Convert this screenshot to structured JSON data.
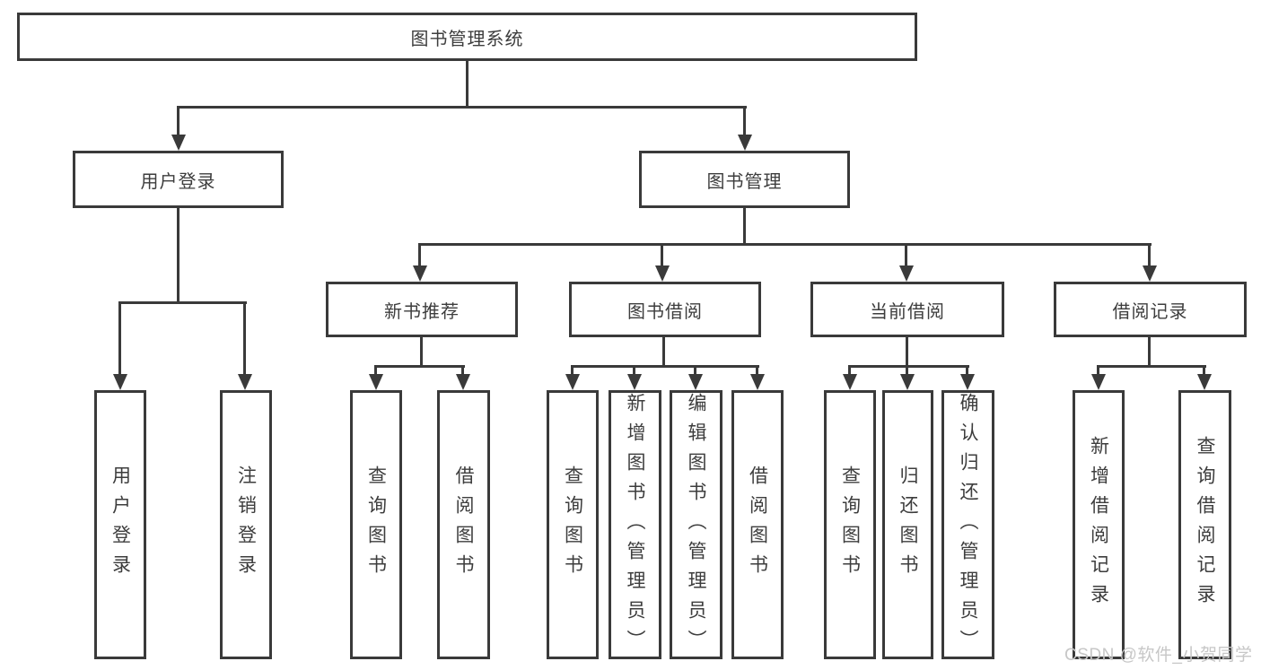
{
  "tree": {
    "root": "图书管理系统",
    "children": [
      {
        "label": "用户登录",
        "children": [
          "用户登录",
          "注销登录"
        ]
      },
      {
        "label": "图书管理",
        "children": [
          {
            "label": "新书推荐",
            "children": [
              "查询图书",
              "借阅图书"
            ]
          },
          {
            "label": "图书借阅",
            "children": [
              "查询图书",
              "新增图书（管理员）",
              "编辑图书（管理员）",
              "借阅图书"
            ]
          },
          {
            "label": "当前借阅",
            "children": [
              "查询图书",
              "归还图书",
              "确认归还（管理员）"
            ]
          },
          {
            "label": "借阅记录",
            "children": [
              "新增借阅记录",
              "查询借阅记录"
            ]
          }
        ]
      }
    ]
  },
  "watermark": {
    "text": "CSDN @软件_小贺同学"
  },
  "colors": {
    "line": "#3a3a3a",
    "text": "#3d3d3d",
    "watermark": "#c7c7c7",
    "background": "#ffffff"
  }
}
